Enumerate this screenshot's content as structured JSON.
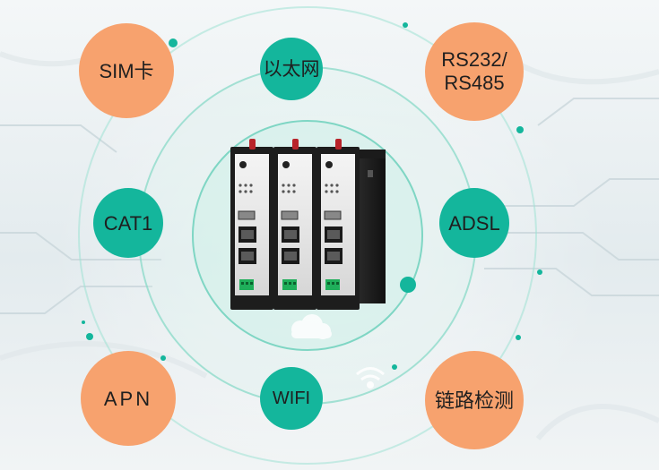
{
  "features": {
    "sim": "SIM卡",
    "ethernet": "以太网",
    "serial_line1": "RS232/",
    "serial_line2": "RS485",
    "cat1": "CAT1",
    "adsl": "ADSL",
    "apn": "APN",
    "wifi": "WIFI",
    "link_detect": "链路检测"
  },
  "colors": {
    "orange": "#f7a26e",
    "teal": "#14b69c",
    "ring": "#7fd6c4"
  },
  "icons": [
    "router-device-icon",
    "wifi-icon",
    "cloud-icon"
  ]
}
